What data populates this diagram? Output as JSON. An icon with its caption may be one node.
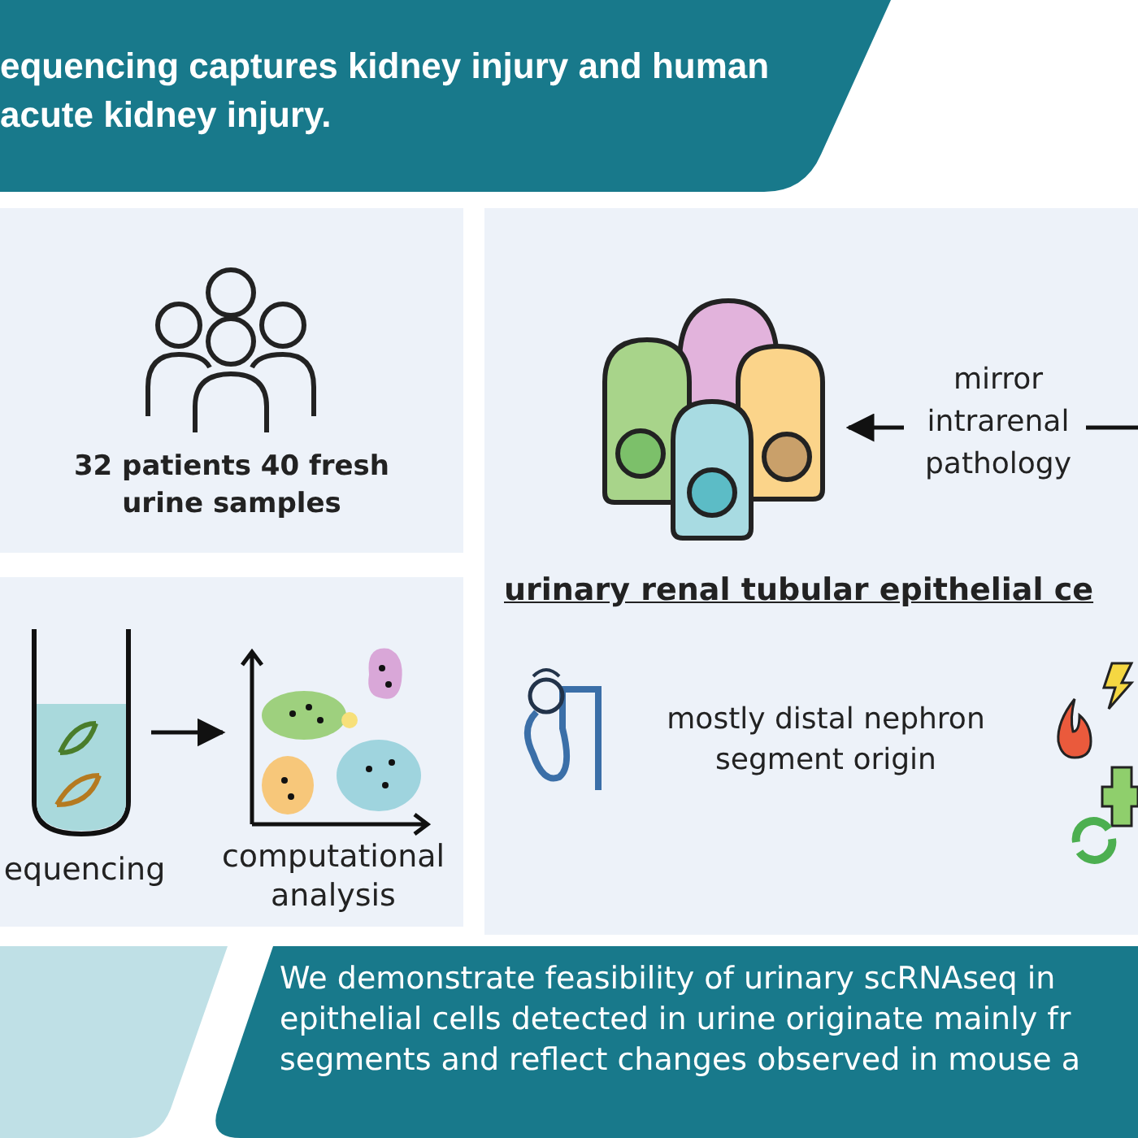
{
  "diagram": {
    "title": "equencing captures kidney injury and human acute kidney injury.",
    "caption": "We demonstrate feasibility of urinary scRNAseq in epithelial cells detected in urine originate mainly fr segments and reflect changes observed in mouse a",
    "nodes": [
      {
        "text": [
          "32 patients 40 fresh urine samples"
        ]
      },
      {
        "text": [],
        "shape": "box"
      },
      {
        "text": [],
        "shape": "picture",
        "in": 1,
        "beside": [
          "equencing"
        ]
      },
      {
        "text": [],
        "shape": "picture",
        "in": 1,
        "beside": [
          "computational analysis"
        ]
      },
      {
        "text": [
          "urinary renal tubular epithelial ce"
        ]
      },
      {
        "text": [],
        "shape": "picture",
        "in": 4
      },
      {
        "text": [
          "mirror intrarenal pathology"
        ],
        "in": 4
      }
    ],
    "edges": [
      {
        "from": 2,
        "to": 3,
        "arrow": "to"
      },
      {
        "from": 6,
        "to": 5,
        "arrow": "to"
      },
      {
        "from": null,
        "to": 6,
        "arrow": "none"
      }
    ],
    "labels": [
      "mostly distal nephron segment origin"
    ]
  }
}
